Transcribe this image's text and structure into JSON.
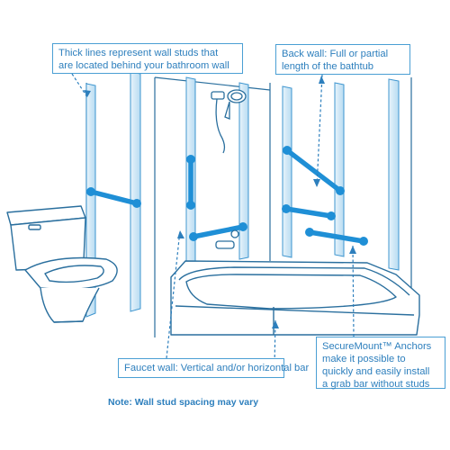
{
  "callouts": {
    "studs": {
      "lines": [
        "Thick lines represent wall studs that",
        "are located behind your bathroom wall"
      ]
    },
    "back_wall": {
      "lines": [
        "Back wall: Full or partial",
        "length of the bathtub"
      ]
    },
    "securemount": {
      "lines": [
        "SecureMount™ Anchors",
        "make it possible to",
        "quickly and easily install",
        "a grab bar without studs"
      ]
    },
    "faucet_wall": {
      "lines": [
        "Faucet wall: Vertical and/or horizontal bar"
      ]
    }
  },
  "note": "Note: Wall stud spacing may vary",
  "colors": {
    "stud": "#cfe7f6",
    "stud_edge": "#3d95cf",
    "grab_bar": "#1f8fd6",
    "outline": "#2a6f9e",
    "text": "#2d7fbd"
  },
  "icons": [
    "toilet-icon",
    "bathtub-icon",
    "shower-head-icon",
    "grab-bar-icon"
  ]
}
